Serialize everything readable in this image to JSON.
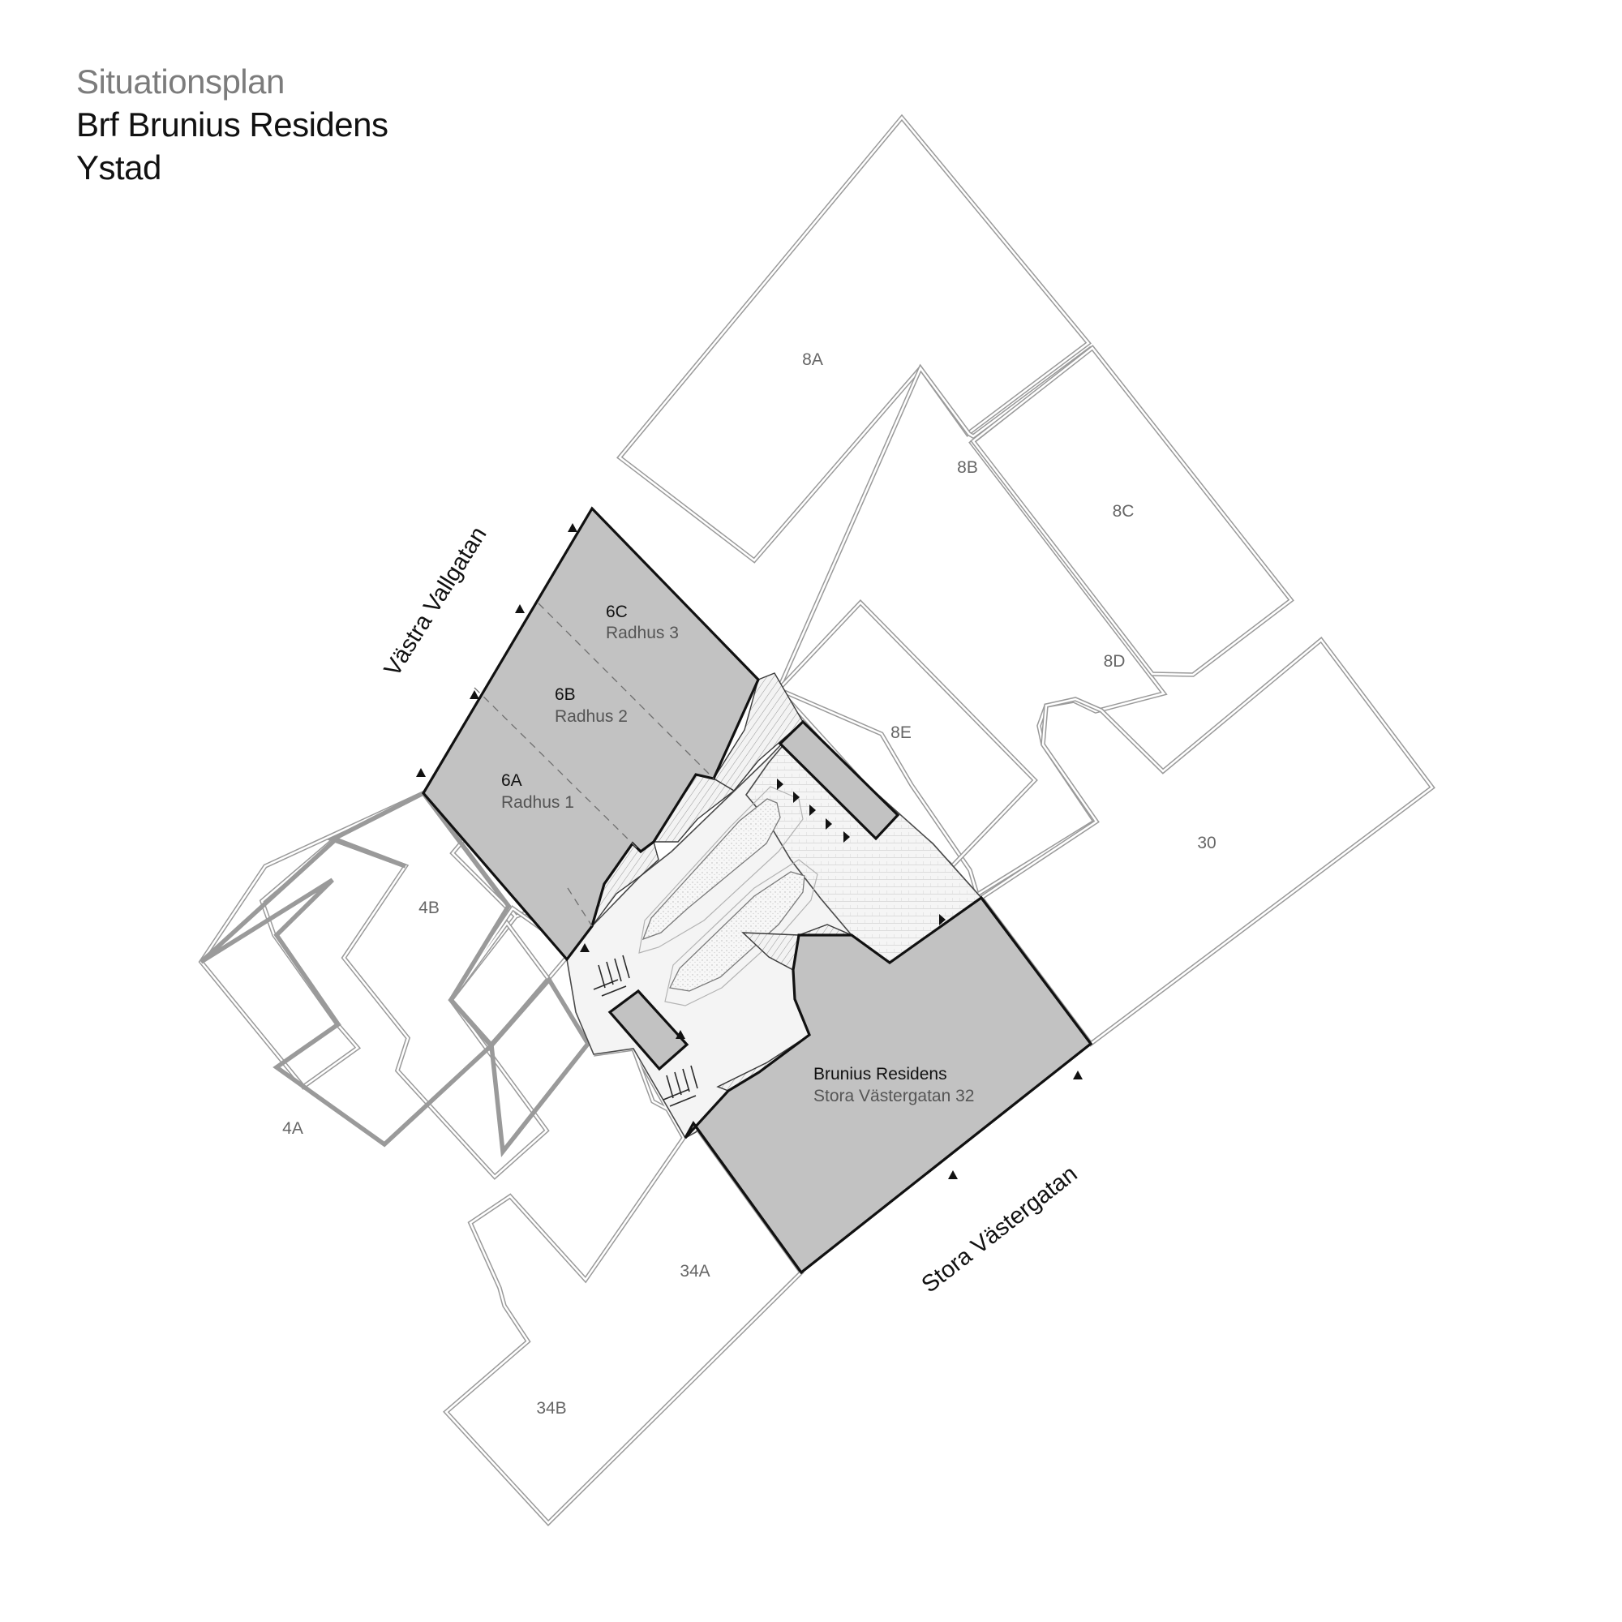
{
  "header": {
    "subtitle": "Situationsplan",
    "title": "Brf Brunius Residens",
    "city": "Ystad"
  },
  "streets": {
    "west": "Västra Vallgatan",
    "south": "Stora Västergatan"
  },
  "lots": {
    "l8a": "8A",
    "l8b": "8B",
    "l8c": "8C",
    "l8d": "8D",
    "l8e": "8E",
    "l30": "30",
    "l4a": "4A",
    "l4b": "4B",
    "l34a": "34A",
    "l34b": "34B"
  },
  "townhouses": [
    {
      "id": "6A",
      "name": "Radhus 1"
    },
    {
      "id": "6B",
      "name": "Radhus 2"
    },
    {
      "id": "6C",
      "name": "Radhus 3"
    }
  ],
  "main_building": {
    "name": "Brunius Residens",
    "address": "Stora Västergatan 32"
  },
  "colors": {
    "owned_fill": "#c2c2c2",
    "owned_outline": "#111111",
    "neighbour_outline": "#9a9a9a",
    "courtyard": "#f4f4f4"
  }
}
